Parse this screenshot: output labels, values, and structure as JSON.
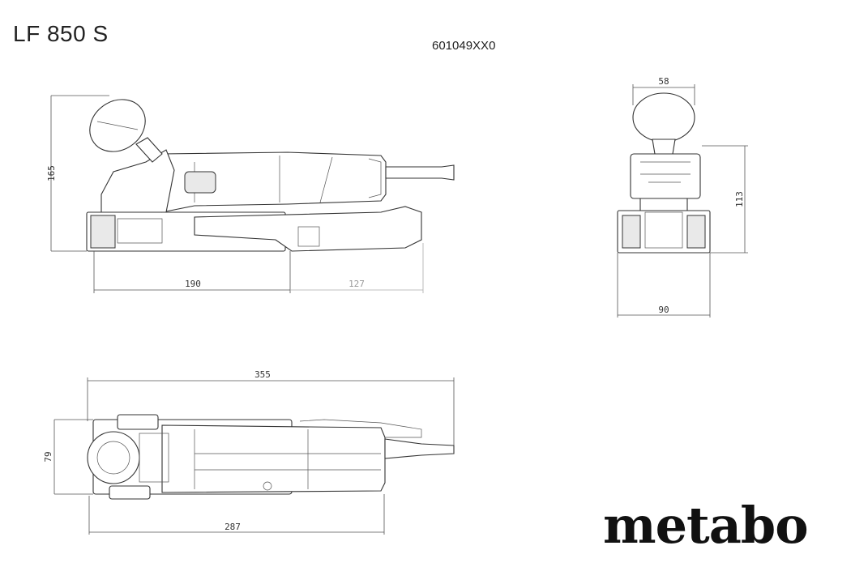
{
  "header": {
    "model": "LF 850 S",
    "article_number": "601049XX0"
  },
  "brand": {
    "logo_text": "metabo"
  },
  "dimensions": {
    "side_height": "165",
    "side_length_front": "190",
    "side_length_rear": "127",
    "front_width_top": "58",
    "front_height": "113",
    "front_width_base": "90",
    "top_length_total": "355",
    "top_width": "79",
    "top_length_base": "287"
  },
  "colors": {
    "line": "#555555",
    "line_light": "#aaaaaa",
    "text": "#222222"
  }
}
